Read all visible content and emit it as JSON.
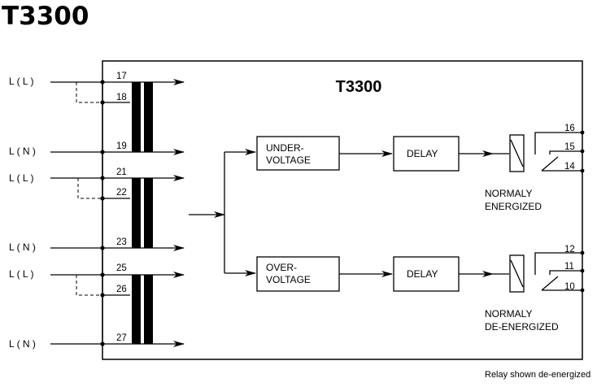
{
  "title": "T3300",
  "module_title": "T3300",
  "inputs": [
    {
      "label": "L ( L )",
      "terminal": "17",
      "link_terminal": "18"
    },
    {
      "label": "L ( N )",
      "terminal": "19"
    },
    {
      "label": "L ( L )",
      "terminal": "21",
      "link_terminal": "22"
    },
    {
      "label": "L ( N )",
      "terminal": "23"
    },
    {
      "label": "L ( L )",
      "terminal": "25",
      "link_terminal": "26"
    },
    {
      "label": "L ( N )",
      "terminal": "27"
    }
  ],
  "undervoltage": {
    "label_line1": "UNDER-",
    "label_line2": "VOLTAGE",
    "delay": "DELAY",
    "terminals": [
      "16",
      "15",
      "14"
    ],
    "mode_line1": "NORMALY",
    "mode_line2": "ENERGIZED"
  },
  "overvoltage": {
    "label_line1": "OVER-",
    "label_line2": "VOLTAGE",
    "delay": "DELAY",
    "terminals": [
      "12",
      "11",
      "10"
    ],
    "mode_line1": "NORMALY",
    "mode_line2": "DE-ENERGIZED"
  },
  "footnote": "Relay shown de-energized"
}
